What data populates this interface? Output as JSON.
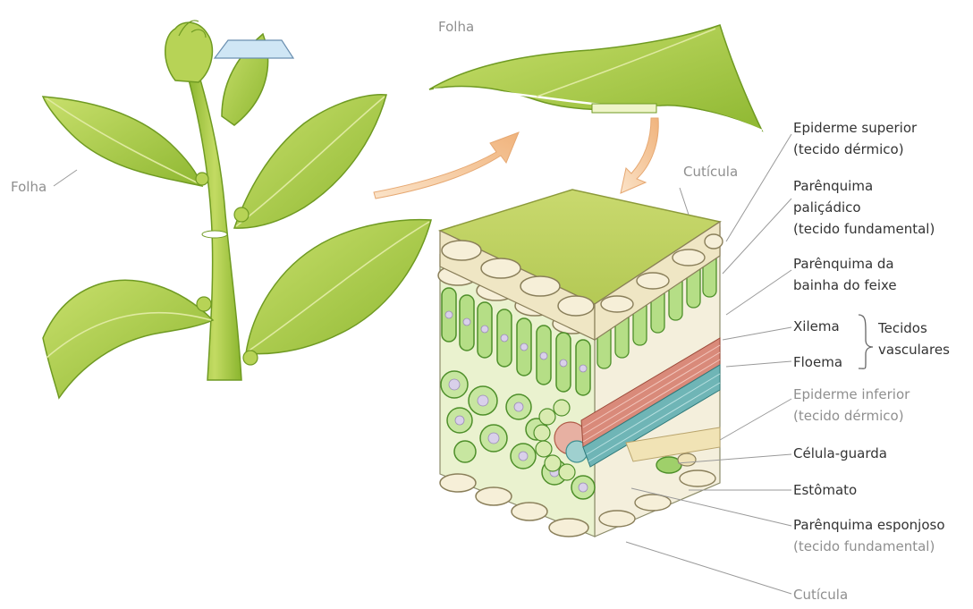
{
  "labels": {
    "folha_top": "Folha",
    "folha_left": "Folha",
    "cuticula_top": "Cutícula",
    "epiderme_superior_1": "Epiderme superior",
    "epiderme_superior_2": "(tecido dérmico)",
    "paliçadico_1": "Parênquima",
    "paliçadico_2": "paliçádico",
    "paliçadico_3": "(tecido fundamental)",
    "bainha_1": "Parênquima da",
    "bainha_2": "bainha do feixe",
    "xilema": "Xilema",
    "floema": "Floema",
    "tecidos_1": "Tecidos",
    "tecidos_2": "vasculares",
    "epiderme_inferior_1": "Epiderme inferior",
    "epiderme_inferior_2": "(tecido dérmico)",
    "celula_guarda": "Célula-guarda",
    "estomato": "Estômato",
    "esponjoso_1": "Parênquima esponjoso",
    "esponjoso_2": "(tecido fundamental)",
    "cuticula_bottom": "Cutícula"
  },
  "colors": {
    "leaf_green": "#9cc33a",
    "leaf_light": "#c6dd6a",
    "stem_green": "#a9cb4a",
    "cuticle_top": "#c2d464",
    "arrow_peach": "#f3c79a",
    "cell_green": "#7cc23c",
    "xylem": "#d98a7a",
    "phloem": "#6fb5b6",
    "epidermis_cell": "#f6efd8"
  }
}
